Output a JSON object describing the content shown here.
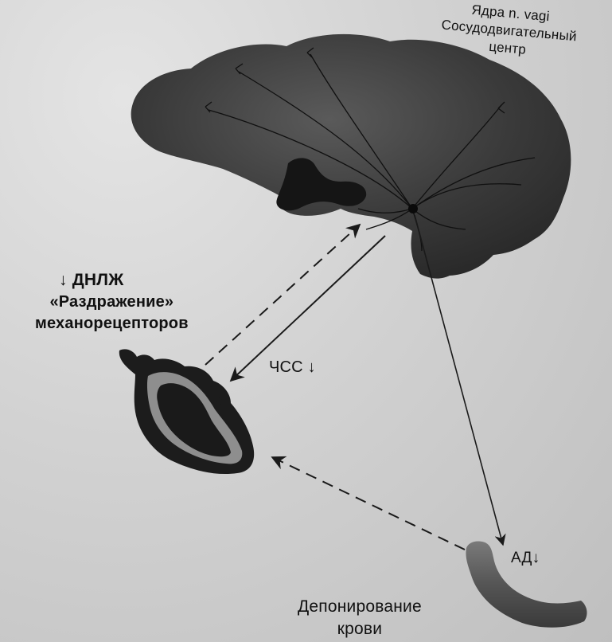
{
  "labels": {
    "center_line1": "Ядра n. vagi",
    "center_line2": "Сосудодвигательный",
    "center_line3": "центр",
    "lvedp": "↓ ДНЛЖ",
    "irritation_line1": "«Раздражение»",
    "irritation_line2": "механорецепторов",
    "heart_rate": "ЧСС ↓",
    "blood_pressure": "АД↓",
    "depot_line1": "Депонирование",
    "depot_line2": "крови"
  },
  "colors": {
    "brain": "#3a3a3a",
    "heart_dark": "#1c1c1c",
    "heart_gray": "#8a8a8a",
    "vessel": "#555555",
    "arrow": "#1a1a1a"
  }
}
